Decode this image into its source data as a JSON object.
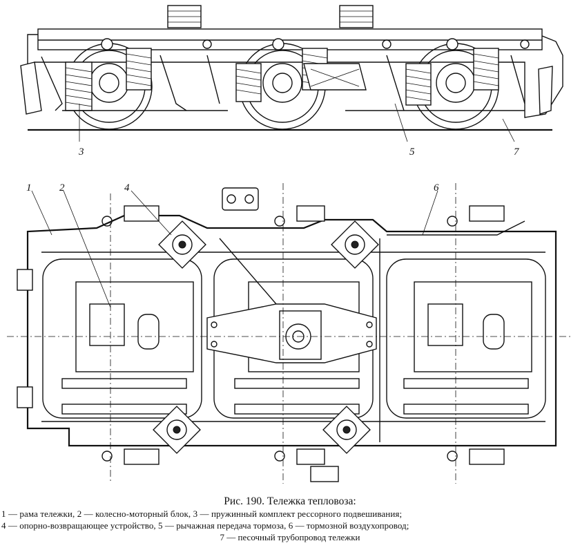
{
  "figure": {
    "callouts": {
      "side_view": [
        "3",
        "5",
        "7"
      ],
      "plan_view": [
        "1",
        "2",
        "4",
        "6"
      ]
    }
  },
  "caption": {
    "title": "Рис. 190. Тележка тепловоза:",
    "line1": "1 — рама тележки, 2 — колесно-моторный блок, 3 — пружинный комплект рессорного подвешивания;",
    "line2": "4 — опорно-возвращающее устройство, 5 — рычажная передача тормоза, 6 — тормозной воздухопровод;",
    "line3": "7 — песочный трубопровод тележки"
  }
}
